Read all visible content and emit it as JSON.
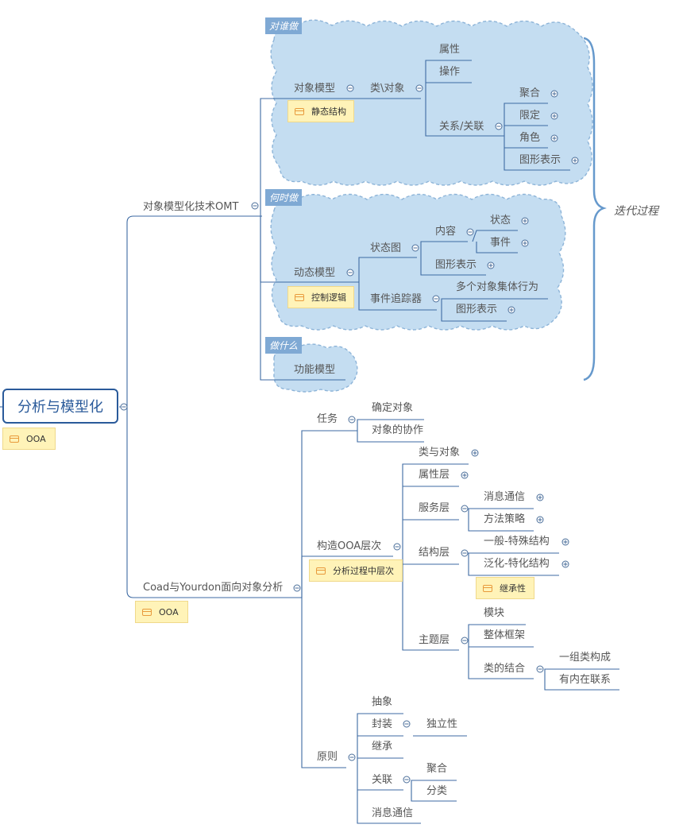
{
  "root": {
    "label": "分析与模型化",
    "note": "OOA"
  },
  "omt": {
    "label": "对象模型化技术OMT",
    "object_model": {
      "tag": "对谁做",
      "label": "对象模型",
      "note": "静态结构",
      "class_object": "类\\对象",
      "attribute": "属性",
      "operation": "操作",
      "relation": "关系/关联",
      "aggregate": "聚合",
      "qualify": "限定",
      "role": "角色",
      "graphic": "图形表示"
    },
    "dynamic_model": {
      "tag": "何时做",
      "label": "动态模型",
      "note": "控制逻辑",
      "state_diagram": "状态图",
      "content": "内容",
      "state": "状态",
      "event": "事件",
      "graphic": "图形表示",
      "event_tracker": "事件追踪器",
      "multi_object": "多个对象集体行为",
      "graphic2": "图形表示"
    },
    "functional_model": {
      "tag": "做什么",
      "label": "功能模型"
    },
    "iteration": "迭代过程"
  },
  "coad": {
    "label": "Coad与Yourdon面向对象分析",
    "note": "OOA",
    "task": {
      "label": "任务",
      "identify": "确定对象",
      "collab": "对象的协作"
    },
    "layers": {
      "label": "构造OOA层次",
      "note": "分析过程中层次",
      "class_obj": "类与对象",
      "attr_layer": "属性层",
      "service": "服务层",
      "msg": "消息通信",
      "method": "方法策略",
      "structure": "结构层",
      "gen_spec": "一般-特殊结构",
      "gen_spec2": "泛化-特化结构",
      "structure_note": "继承性",
      "subject": "主题层",
      "module": "模块",
      "framework": "整体框架",
      "combo": "类的结合",
      "group": "一组类构成",
      "internal": "有内在联系"
    },
    "principles": {
      "label": "原则",
      "abstract": "抽象",
      "encap": "封装",
      "indep": "独立性",
      "inherit": "继承",
      "assoc": "关联",
      "agg": "聚合",
      "classify": "分类",
      "msg": "消息通信"
    }
  }
}
